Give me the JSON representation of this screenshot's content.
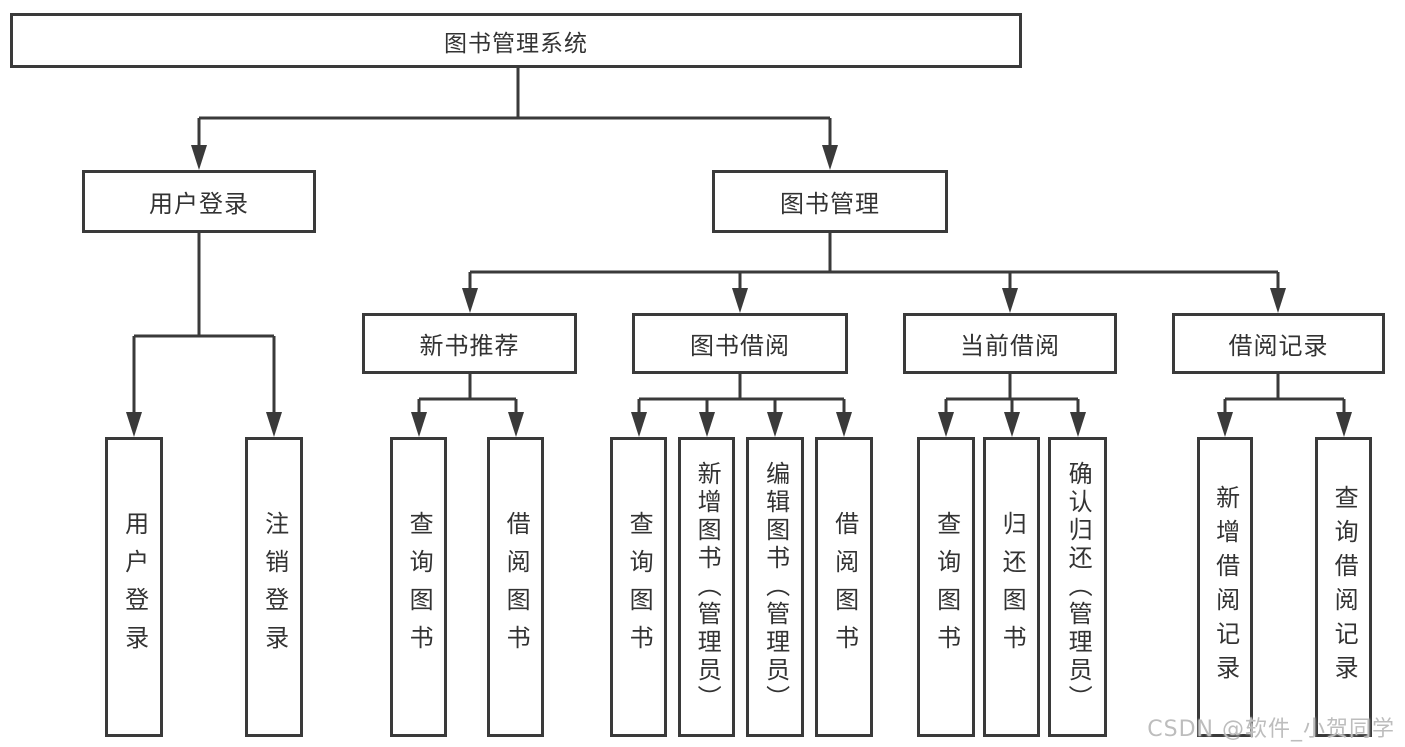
{
  "tree": {
    "label": "图书管理系统",
    "children": [
      {
        "label": "用户登录",
        "children": [
          {
            "label": "用户登录"
          },
          {
            "label": "注销登录"
          }
        ]
      },
      {
        "label": "图书管理",
        "children": [
          {
            "label": "新书推荐",
            "children": [
              {
                "label": "查询图书"
              },
              {
                "label": "借阅图书"
              }
            ]
          },
          {
            "label": "图书借阅",
            "children": [
              {
                "label": "查询图书"
              },
              {
                "label": "新增图书（管理员）"
              },
              {
                "label": "编辑图书（管理员）"
              },
              {
                "label": "借阅图书"
              }
            ]
          },
          {
            "label": "当前借阅",
            "children": [
              {
                "label": "查询图书"
              },
              {
                "label": "归还图书"
              },
              {
                "label": "确认归还（管理员）"
              }
            ]
          },
          {
            "label": "借阅记录",
            "children": [
              {
                "label": "新增借阅记录"
              },
              {
                "label": "查询借阅记录"
              }
            ]
          }
        ]
      }
    ]
  },
  "watermark": {
    "text": "CSDN @软件_小贺同学"
  },
  "colors": {
    "line": "#3a3a3a",
    "text": "#333333",
    "watermark": "#bdbdbd",
    "background": "#ffffff"
  }
}
